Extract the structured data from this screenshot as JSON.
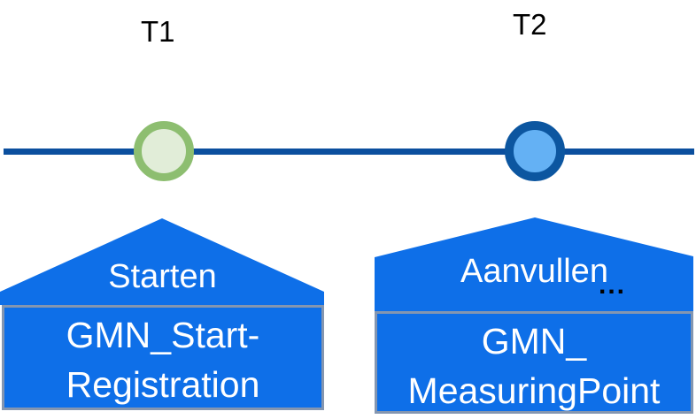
{
  "timeline": {
    "line_color": "#0B4F9E",
    "points": [
      {
        "label": "T1",
        "ring_color": "#8DBE70",
        "fill_color": "#E1EDD8"
      },
      {
        "label": "T2",
        "ring_color": "#0C56A0",
        "fill_color": "#64B1F4"
      }
    ]
  },
  "callouts": [
    {
      "action_label": "Starten",
      "entity_line1": "GMN_Start-",
      "entity_line2": "Registration",
      "fill_color": "#0E6FE8",
      "border_color": "#8496B0",
      "text_color": "#FFFFFF"
    },
    {
      "action_label": "Aanvullen",
      "ellipsis": "...",
      "entity_line1": "GMN_",
      "entity_line2": "MeasuringPoint",
      "fill_color": "#0E6FE8",
      "border_color": "#8496B0",
      "text_color": "#FFFFFF"
    }
  ]
}
